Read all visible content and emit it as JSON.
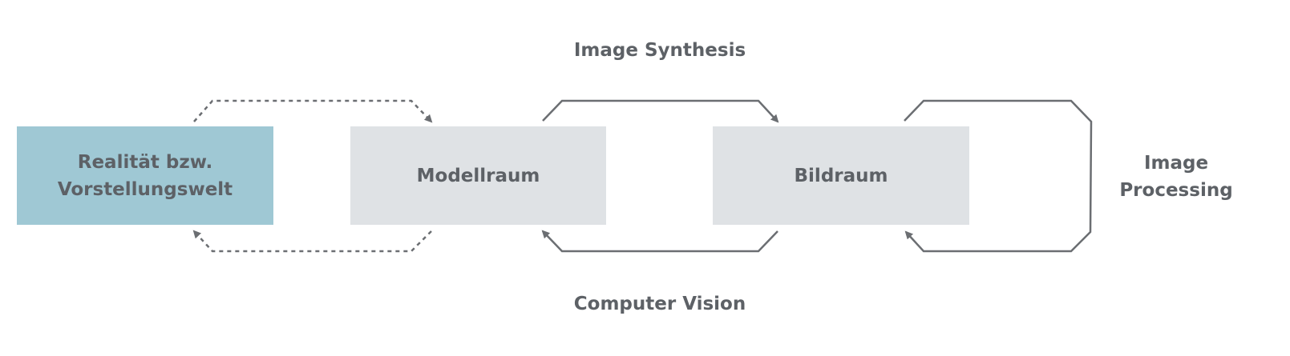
{
  "nodes": {
    "reality": {
      "line1": "Realität bzw.",
      "line2": "Vorstellungswelt",
      "color": "#9fc8d4"
    },
    "model_space": {
      "label": "Modellraum",
      "color": "#dfe2e5"
    },
    "image_space": {
      "label": "Bildraum",
      "color": "#dfe2e5"
    }
  },
  "edges": {
    "image_synthesis": "Image Synthesis",
    "computer_vision": "Computer Vision",
    "image_processing": {
      "line1": "Image",
      "line2": "Processing"
    }
  },
  "colors": {
    "text": "#5d6166",
    "arrow": "#6b6e72"
  }
}
